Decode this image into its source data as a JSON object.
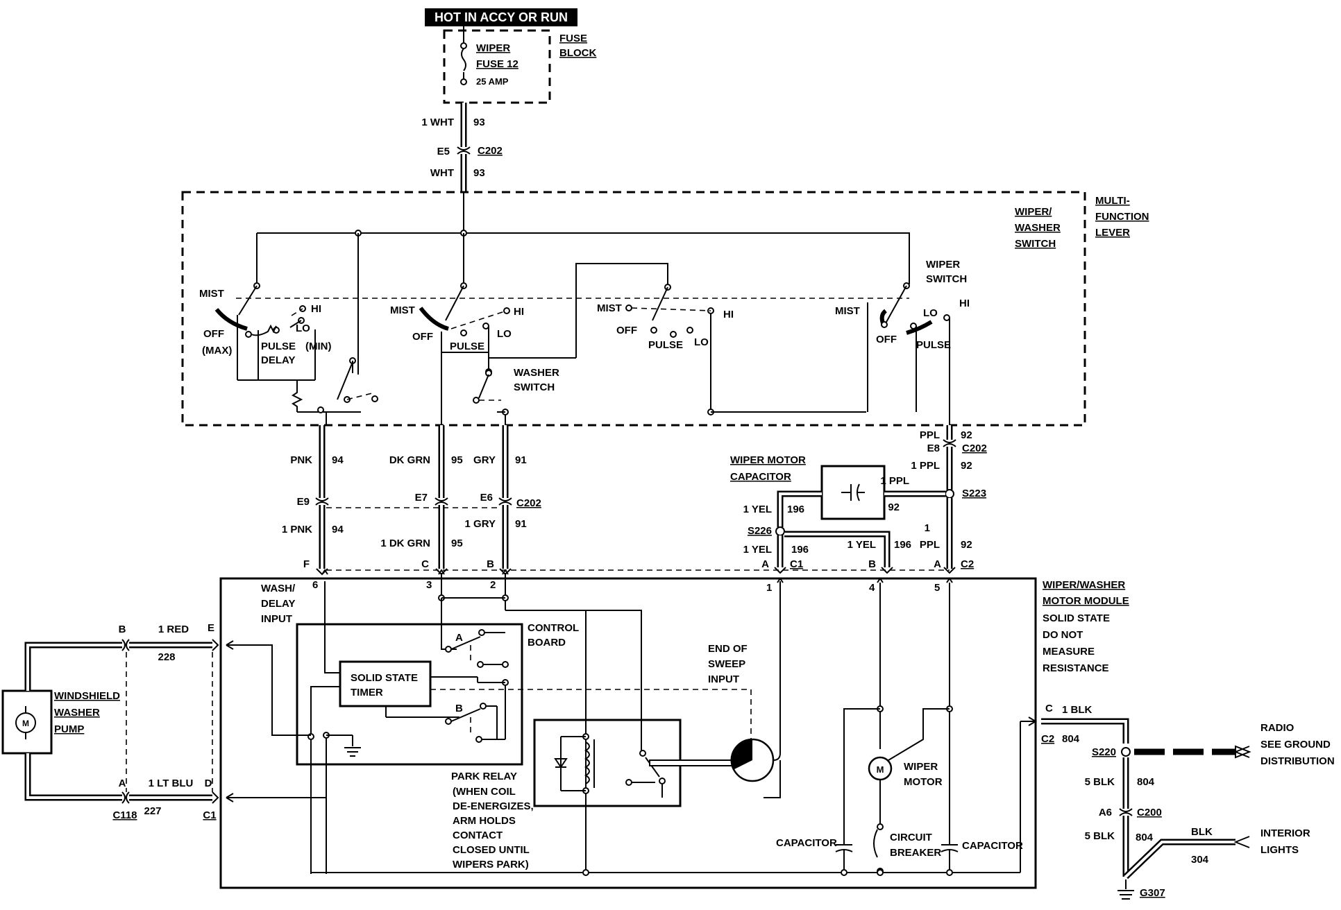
{
  "header": {
    "hot_label": "HOT IN ACCY OR RUN"
  },
  "fuse": {
    "name_line1": "WIPER",
    "name_line2": "FUSE 12",
    "rating": "25 AMP",
    "block_line1": "FUSE",
    "block_line2": "BLOCK"
  },
  "feed": {
    "upper_wire": "1 WHT",
    "upper_circuit": "93",
    "pin": "E5",
    "connector": "C202",
    "lower_wire": "WHT",
    "lower_circuit": "93"
  },
  "switch_box": {
    "lever_line1": "MULTI-",
    "lever_line2": "FUNCTION",
    "lever_line3": "LEVER",
    "name_line1": "WIPER/",
    "name_line2": "WASHER",
    "name_line3": "SWITCH",
    "wiper_switch_line1": "WIPER",
    "wiper_switch_line2": "SWITCH",
    "washer_switch_line1": "WASHER",
    "washer_switch_line2": "SWITCH",
    "positions": {
      "mist": "MIST",
      "off": "OFF",
      "max": "(MAX)",
      "min": "(MIN)",
      "pulse": "PULSE",
      "delay": "DELAY",
      "hi": "HI",
      "lo": "LO"
    }
  },
  "harness": {
    "pnk": {
      "upper": "PNK",
      "upper_circuit": "94",
      "pin": "E9",
      "lower": "1 PNK",
      "lower_circuit": "94",
      "term": "F"
    },
    "dkgrn": {
      "upper": "DK GRN",
      "upper_circuit": "95",
      "pin": "E7",
      "lower": "1 DK GRN",
      "lower_circuit": "95",
      "term": "C"
    },
    "gry": {
      "upper": "GRY",
      "upper_circuit": "91",
      "pin": "E6",
      "connector": "C202",
      "lower": "1 GRY",
      "lower_circuit": "91",
      "term": "B"
    },
    "ppl": {
      "upper": "PPL",
      "upper_circuit": "92",
      "pin": "E8",
      "connector": "C202",
      "mid": "1 PPL",
      "mid_circuit": "92",
      "cap_wire": "1 PPL",
      "cap_circuit": "92",
      "lower_1": "1",
      "lower_2": "PPL",
      "lower_circuit": "92",
      "term": "A",
      "conn": "C2"
    },
    "splice_s223": "S223",
    "splice_s226": "S226",
    "cap_label_1": "WIPER MOTOR",
    "cap_label_2": "CAPACITOR",
    "yel_upper": "1 YEL",
    "yel_upper_circuit": "196",
    "yel_lower": "1 YEL",
    "yel_lower_circuit": "196",
    "yel_term": "A",
    "yel_conn": "C1",
    "yel_right": "1 YEL",
    "yel_right_circuit": "196",
    "yel_right_term": "B"
  },
  "module": {
    "title_1": "WIPER/WASHER",
    "title_2": "MOTOR MODULE",
    "note_1": "SOLID STATE",
    "note_2": "DO NOT",
    "note_3": "MEASURE",
    "note_4": "RESISTANCE",
    "wash_1": "WASH/",
    "wash_2": "DELAY",
    "wash_3": "INPUT",
    "control_1": "CONTROL",
    "control_2": "BOARD",
    "timer_1": "SOLID STATE",
    "timer_2": "TIMER",
    "sweep_1": "END OF",
    "sweep_2": "SWEEP",
    "sweep_3": "INPUT",
    "relay_1": "PARK RELAY",
    "relay_2": "(WHEN COIL",
    "relay_3": "DE-ENERGIZES,",
    "relay_4": "ARM HOLDS",
    "relay_5": "CONTACT",
    "relay_6": "CLOSED UNTIL",
    "relay_7": "WIPERS PARK)",
    "motor_1": "WIPER",
    "motor_2": "MOTOR",
    "breaker_1": "CIRCUIT",
    "breaker_2": "BREAKER",
    "capacitor": "CAPACITOR",
    "pins": {
      "p6": "6",
      "p3": "3",
      "p2": "2",
      "p1": "1",
      "p4": "4",
      "p5": "5"
    },
    "contact_a": "A",
    "contact_b": "B"
  },
  "washer": {
    "name_1": "WINDSHIELD",
    "name_2": "WASHER",
    "name_3": "PUMP",
    "red_wire": "1 RED",
    "red_circuit": "228",
    "red_left": "B",
    "red_right": "E",
    "blu_wire": "1 LT BLU",
    "blu_circuit": "227",
    "blu_left": "A",
    "blu_right": "D",
    "conn_left": "C118",
    "conn_right": "C1"
  },
  "ground": {
    "c_pin": "C",
    "c_wire": "1 BLK",
    "c_conn": "C2",
    "c_circuit": "804",
    "splice": "S220",
    "radio_1": "RADIO",
    "radio_2": "SEE GROUND",
    "radio_3": "DISTRIBUTION",
    "blk5_a": "5 BLK",
    "blk5_a_circuit": "804",
    "pin_a6": "A6",
    "conn_c200": "C200",
    "blk5_b": "5 BLK",
    "blk5_b_circuit": "804",
    "blk": "BLK",
    "blk_circuit": "304",
    "interior_1": "INTERIOR",
    "interior_2": "LIGHTS",
    "g307": "G307"
  }
}
